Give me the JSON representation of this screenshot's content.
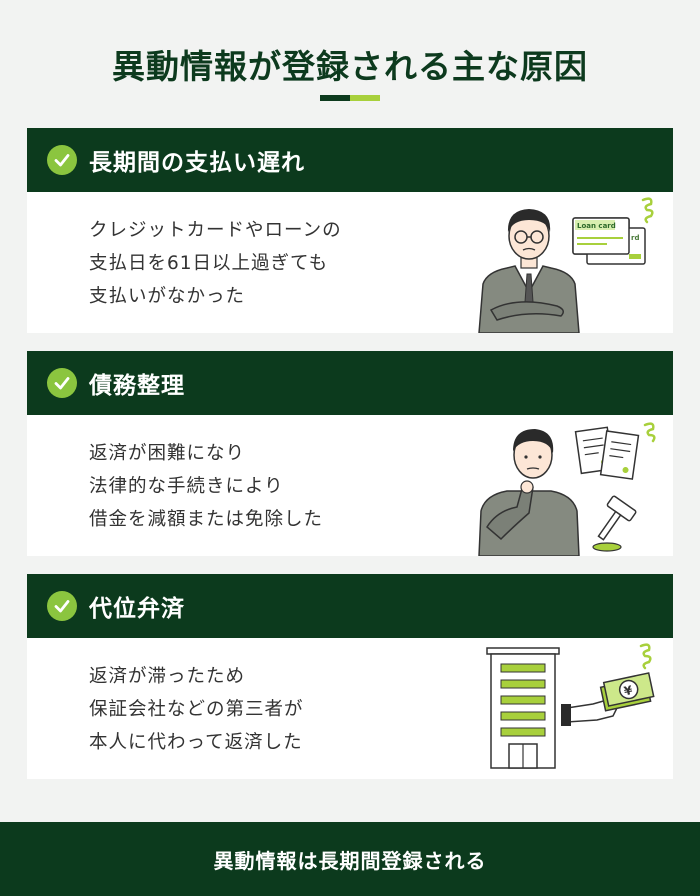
{
  "title": "異動情報が登録される主な原因",
  "sections": [
    {
      "heading": "長期間の支払い遅れ",
      "lines": [
        "クレジットカードやローンの",
        "支払日を61日以上過ぎても",
        "支払いがなかった"
      ],
      "card_label": "Loan card",
      "card_label2": "rd"
    },
    {
      "heading": "債務整理",
      "lines": [
        "返済が困難になり",
        "法律的な手続きにより",
        "借金を減額または免除した"
      ]
    },
    {
      "heading": "代位弁済",
      "lines": [
        "返済が滞ったため",
        "保証会社などの第三者が",
        "本人に代わって返済した"
      ],
      "currency": "¥"
    }
  ],
  "footer": "異動情報は長期間登録される",
  "colors": {
    "dark_green": "#0c3a1d",
    "lime": "#a8d03c",
    "check": "#8bc53f"
  }
}
